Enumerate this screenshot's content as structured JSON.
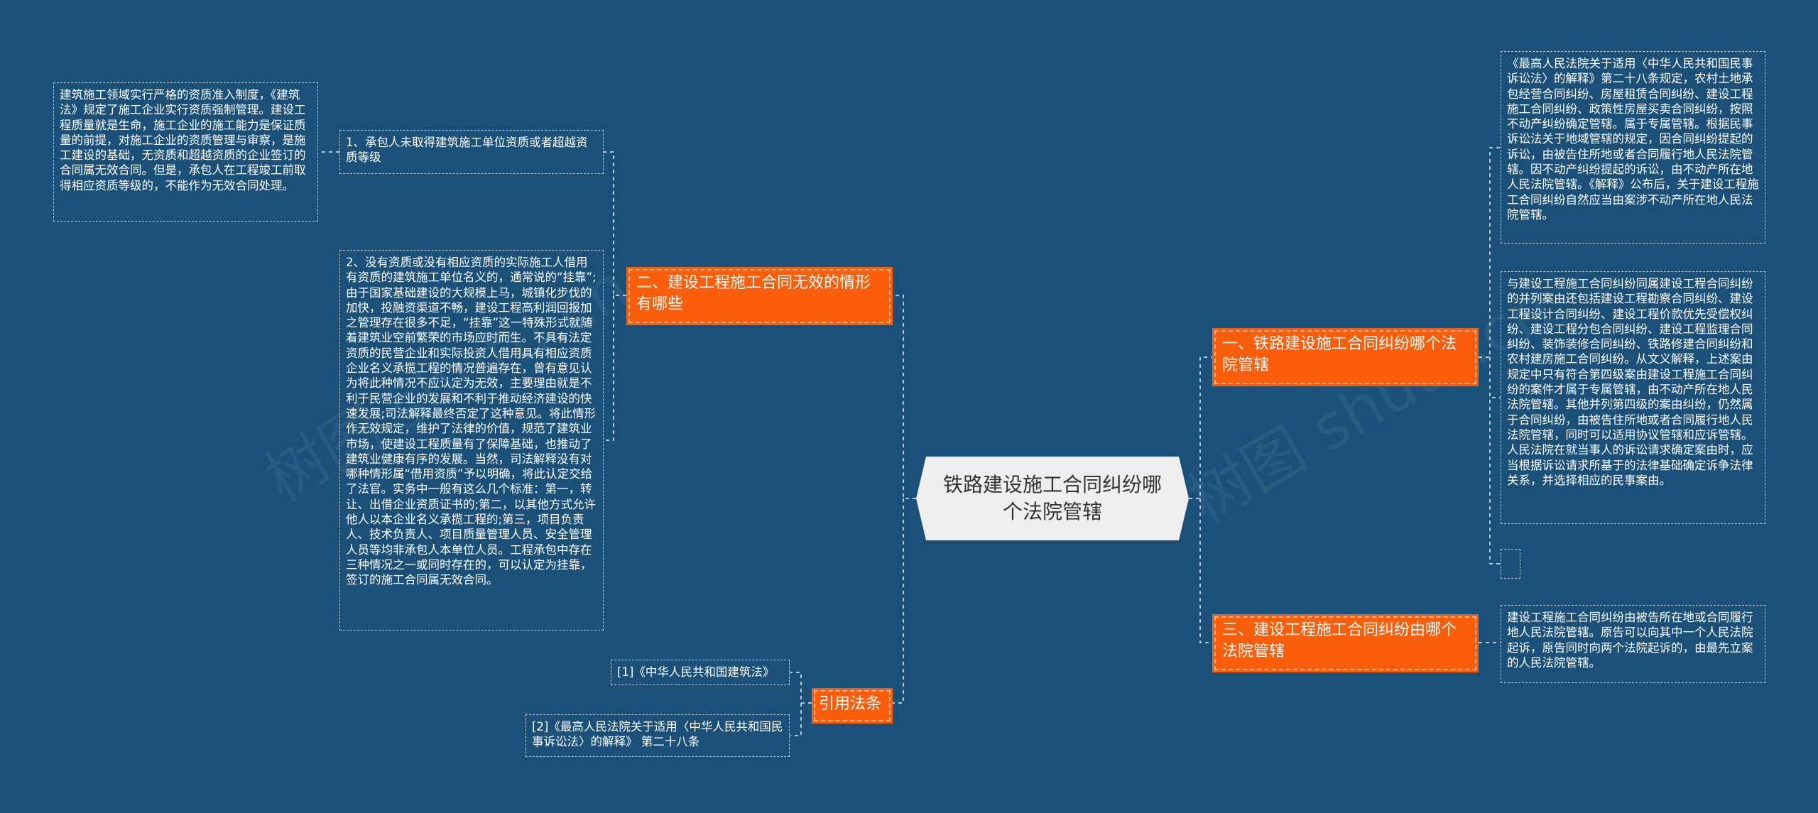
{
  "root": {
    "title": "铁路建设施工合同纠纷哪个法院管辖"
  },
  "branches": {
    "b1": "一、铁路建设施工合同纠纷哪个法院管辖",
    "b2": "二、建设工程施工合同无效的情形有哪些",
    "b3": "三、建设工程施工合同纠纷由哪个法院管辖",
    "b4": "引用法条"
  },
  "leaves": {
    "r1": "《最高人民法院关于适用〈中华人民共和国民事诉讼法〉的解释》第二十八条规定，农村土地承包经营合同纠纷、房屋租赁合同纠纷、建设工程施工合同纠纷、政策性房屋买卖合同纠纷，按照不动产纠纷确定管辖。属于专属管辖。根据民事诉讼法关于地域管辖的规定，因合同纠纷提起的诉讼，由被告住所地或者合同履行地人民法院管辖。因不动产纠纷提起的诉讼，由不动产所在地人民法院管辖。《解释》公布后，关于建设工程施工合同纠纷自然应当由案涉不动产所在地人民法院管辖。",
    "r2": "与建设工程施工合同纠纷同属建设工程合同纠纷的并列案由还包括建设工程勘察合同纠纷、建设工程设计合同纠纷、建设工程价款优先受偿权纠纷、建设工程分包合同纠纷、建设工程监理合同纠纷、装饰装修合同纠纷、铁路修建合同纠纷和农村建房施工合同纠纷。从文义解释，上述案由规定中只有符合第四级案由建设工程施工合同纠纷的案件才属于专属管辖，由不动产所在地人民法院管辖。其他并列第四级的案由纠纷，仍然属于合同纠纷，由被告住所地或者合同履行地人民法院管辖，同时可以适用协议管辖和应诉管辖。人民法院在就当事人的诉讼请求确定案由时，应当根据诉讼请求所基于的法律基础确定诉争法律关系，并选择相应的民事案由。",
    "r3": "",
    "r4": "建设工程施工合同纠纷由被告所在地或合同履行地人民法院管辖。原告可以向其中一个人民法院起诉，原告同时向两个法院起诉的，由最先立案的人民法院管辖。",
    "l1": "1、承包人未取得建筑施工单位资质或者超越资质等级",
    "l1a": "建筑施工领域实行严格的资质准入制度，《建筑法》规定了施工企业实行资质强制管理。建设工程质量就是生命，施工企业的施工能力是保证质量的前提，对施工企业的资质管理与审察，是施工建设的基础，无资质和超越资质的企业签订的合同属无效合同。但是，承包人在工程竣工前取得相应资质等级的，不能作为无效合同处理。",
    "l2": "2、没有资质或没有相应资质的实际施工人借用有资质的建筑施工单位名义的，通常说的“挂靠”;由于国家基础建设的大规模上马，城镇化步伐的加快，投融资渠道不畅，建设工程高利润回报加之管理存在很多不足，“挂靠”这一特殊形式就随着建筑业空前繁荣的市场应时而生。不具有法定资质的民营企业和实际投资人借用具有相应资质企业名义承揽工程的情况普遍存在，曾有意见认为将此种情况不应认定为无效，主要理由就是不利于民营企业的发展和不利于推动经济建设的快速发展;司法解释最终否定了这种意见。将此情形作无效规定，维护了法律的价值，规范了建筑业市场，使建设工程质量有了保障基础，也推动了建筑业健康有序的发展。当然，司法解释没有对哪种情形属“借用资质”予以明确，将此认定交给了法官。实务中一般有这么几个标准：第一，转让、出借企业资质证书的;第二，以其他方式允许他人以本企业名义承揽工程的;第三，项目负责人、技术负责人、项目质量管理人员、安全管理人员等均非承包人本单位人员。工程承包中存在三种情况之一或同时存在的，可以认定为挂靠，签订的施工合同属无效合同。",
    "c1": "[1]《中华人民共和国建筑法》",
    "c2": "[2]《最高人民法院关于适用〈中华人民共和国民事诉讼法〉的解释》 第二十八条"
  },
  "watermarks": [
    "树图 shutu.cn",
    "树图 shutu.cn"
  ],
  "colors": {
    "background": "#1b5179",
    "branch": "#fb5e0b",
    "root": "#eeeeee",
    "line": "#b8c7d4"
  }
}
